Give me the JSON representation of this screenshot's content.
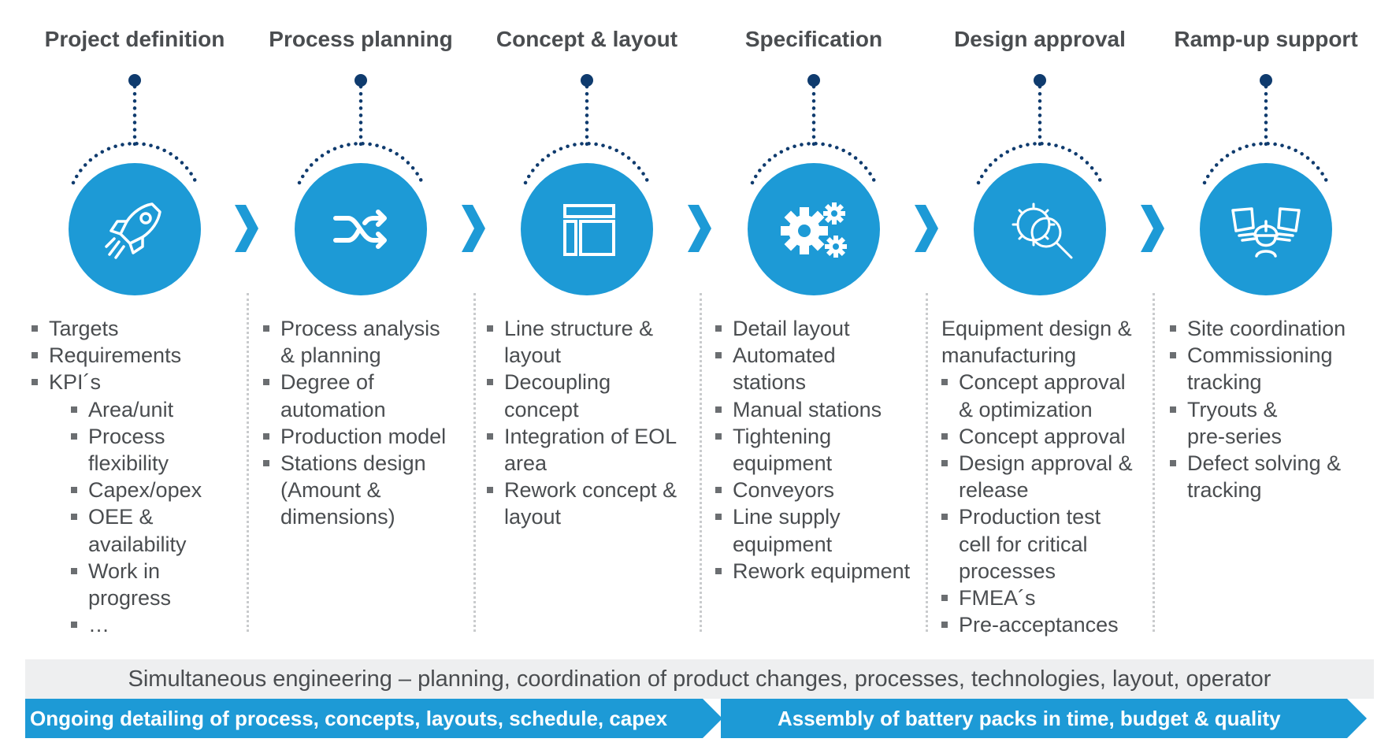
{
  "colors": {
    "accent": "#1d9ad6",
    "accent_dark": "#0f3b6e",
    "text": "#4a4d50",
    "band_grey": "#eeeff0"
  },
  "phases": [
    {
      "title": "Project definition",
      "icon": "rocket-icon"
    },
    {
      "title": "Process planning",
      "icon": "shuffle-icon"
    },
    {
      "title": "Concept & layout",
      "icon": "layout-icon"
    },
    {
      "title": "Specification",
      "icon": "gears-icon"
    },
    {
      "title": "Design approval",
      "icon": "gear-magnifier-icon"
    },
    {
      "title": "Ramp-up support",
      "icon": "worker-screens-icon"
    }
  ],
  "columns": {
    "c1": {
      "items": [
        "Targets",
        "Requirements",
        "KPI´s"
      ],
      "sub": [
        "Area/unit",
        "Process",
        "flexibility",
        "Capex/opex",
        "OEE &",
        "availability",
        "Work in",
        "progress",
        "…"
      ]
    },
    "c2": {
      "lines": [
        "Process analysis",
        "& planning",
        "Degree of",
        "automation",
        "Production model",
        "Stations design",
        "(Amount &",
        "dimensions)"
      ]
    },
    "c3": {
      "lines": [
        "Line structure &",
        "layout",
        "Decoupling",
        "concept",
        "Integration of EOL",
        "area",
        "Rework concept &",
        "layout"
      ]
    },
    "c4": {
      "lines": [
        "Detail layout",
        "Automated",
        "stations",
        "Manual stations",
        "Tightening",
        "equipment",
        "Conveyors",
        "Line supply",
        "equipment",
        "Rework equipment"
      ]
    },
    "c5": {
      "intro": [
        "Equipment design &",
        "manufacturing"
      ],
      "lines": [
        "Concept approval",
        "& optimization",
        "Concept approval",
        "Design approval &",
        "release",
        "Production test",
        "cell for critical",
        "processes",
        "FMEA´s",
        "Pre-acceptances"
      ]
    },
    "c6": {
      "lines": [
        "Site coordination",
        "Commissioning",
        "tracking",
        "Tryouts &",
        "pre-series",
        "Defect solving &",
        "tracking"
      ]
    }
  },
  "footer": {
    "simultaneous": "Simultaneous engineering – planning, coordination of product changes, processes, technologies, layout, operator",
    "left_arrow": "Ongoing detailing of process, concepts, layouts, schedule, capex",
    "right_arrow": "Assembly of battery packs in time, budget & quality"
  }
}
